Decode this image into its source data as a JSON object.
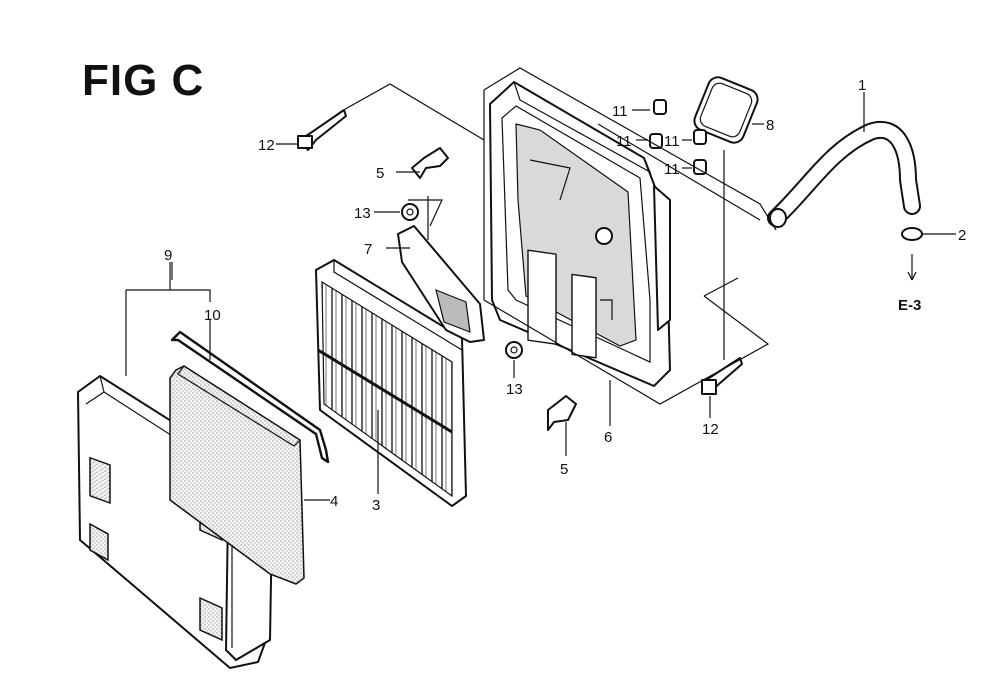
{
  "figure": {
    "title": "FIG C",
    "cross_ref": "E-3"
  },
  "callouts": [
    {
      "id": "c1",
      "label": "1"
    },
    {
      "id": "c2",
      "label": "2"
    },
    {
      "id": "c3",
      "label": "3"
    },
    {
      "id": "c4",
      "label": "4"
    },
    {
      "id": "c5a",
      "label": "5"
    },
    {
      "id": "c5b",
      "label": "5"
    },
    {
      "id": "c6",
      "label": "6"
    },
    {
      "id": "c7",
      "label": "7"
    },
    {
      "id": "c8",
      "label": "8"
    },
    {
      "id": "c9",
      "label": "9"
    },
    {
      "id": "c10",
      "label": "10"
    },
    {
      "id": "c11a",
      "label": "11"
    },
    {
      "id": "c11b",
      "label": "11"
    },
    {
      "id": "c11c",
      "label": "11"
    },
    {
      "id": "c11d",
      "label": "11"
    },
    {
      "id": "c12a",
      "label": "12"
    },
    {
      "id": "c12b",
      "label": "12"
    },
    {
      "id": "c13a",
      "label": "13"
    },
    {
      "id": "c13b",
      "label": "13"
    }
  ]
}
